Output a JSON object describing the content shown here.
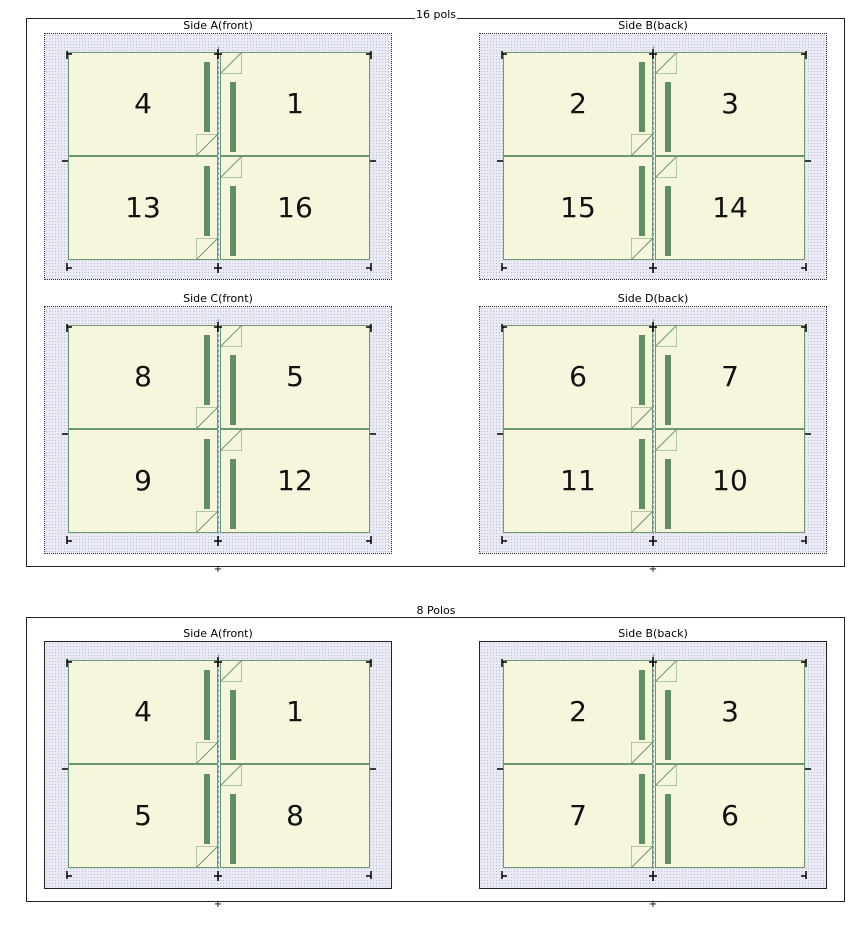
{
  "groups": [
    {
      "title": "16 pols",
      "sheets": [
        {
          "label": "Side A(front)",
          "pages": [
            "4",
            "1",
            "13",
            "16"
          ]
        },
        {
          "label": "Side B(back)",
          "pages": [
            "2",
            "3",
            "15",
            "14"
          ]
        },
        {
          "label": "Side C(front)",
          "pages": [
            "8",
            "5",
            "9",
            "12"
          ]
        },
        {
          "label": "Side D(back)",
          "pages": [
            "6",
            "7",
            "11",
            "10"
          ]
        }
      ]
    },
    {
      "title": "8 Polos",
      "sheets": [
        {
          "label": "Side A(front)",
          "pages": [
            "4",
            "1",
            "5",
            "8"
          ]
        },
        {
          "label": "Side B(back)",
          "pages": [
            "2",
            "3",
            "7",
            "6"
          ]
        }
      ]
    }
  ],
  "colors": {
    "page_fill": "#f6f6dc",
    "page_border": "#6c9a70",
    "spine": "#5f8f62",
    "sheet_dots": "#b9bdd6"
  }
}
